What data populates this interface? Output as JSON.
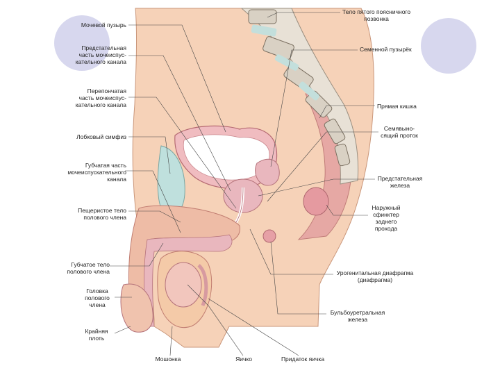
{
  "labels": {
    "bladder": "Мочевой пузырь",
    "prostatic_urethra": "Предстательная\nчасть мочеиспус-\nкательного канала",
    "membranous_urethra": "Перепончатая\nчасть мочеиспус-\nкательного канала",
    "pubic_symphysis": "Лобковый симфиз",
    "spongy_urethra": "Губчатая часть\nмочеиспускательного\nканала",
    "corpus_cavernosum": "Пещеристое тело\nполового члена",
    "corpus_spongiosum": "Губчатое тело\nполового члена",
    "glans": "Головка\nполового\nчлена",
    "foreskin": "Крайняя\nплоть",
    "scrotum": "Мошонка",
    "testis": "Яичко",
    "epididymis": "Придаток яичка",
    "lumbar_vertebra": "Тело пятого поясничного\nпозвонка",
    "seminal_vesicle": "Семенной пузырёк",
    "rectum": "Прямая кишка",
    "ejaculatory_duct": "Семявыно-\nсящий проток",
    "prostate": "Предстательная\nжелеза",
    "anal_sphincter": "Наружный\nсфинктер\nзаднего\nпрохода",
    "urogenital_diaphragm": "Урогенитальная диафрагма\n(диафрагма)",
    "bulbourethral_gland": "Бульбоуретральная\nжелеза"
  },
  "colors": {
    "skin": "#f6d2b8",
    "tissue": "#f2c8ad",
    "gland": "#e9b7be",
    "bladder": "#bfe0dd",
    "bone": "#d9d1c4",
    "disc": "#c3dfdc",
    "muscle": "#d2828d",
    "accent_circle": "#d7d7ee"
  }
}
